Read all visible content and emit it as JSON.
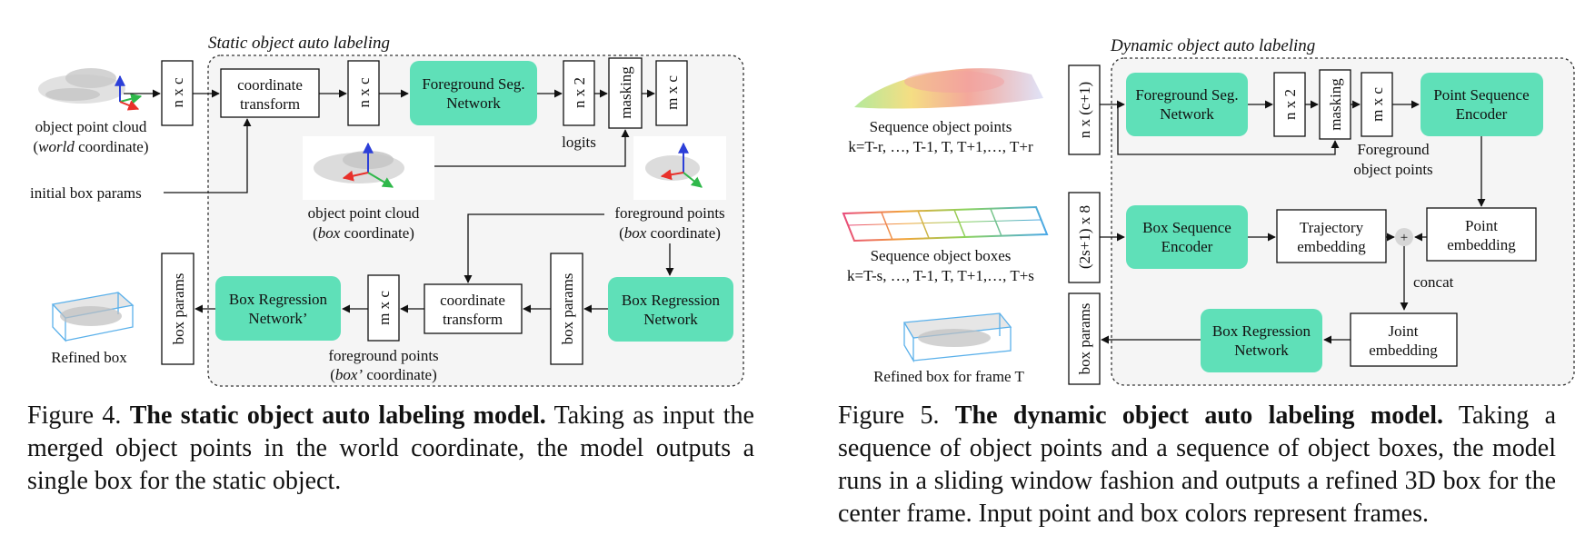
{
  "fig4": {
    "region_title": "Static object auto labeling",
    "input_label_1": "object point cloud",
    "input_label_2_italic": "world",
    "input_label_2_rest": " coordinate)",
    "initial_box_params": "initial box params",
    "nxc_1": "n x c",
    "coordinate_transform_1_line1": "coordinate",
    "coordinate_transform_1_line2": "transform",
    "nxc_2": "n x c",
    "fg_seg_line1": "Foreground Seg.",
    "fg_seg_line2": "Network",
    "nx2": "n x 2",
    "logits": "logits",
    "masking": "masking",
    "mxc_1": "m x c",
    "box_pc_line1": "object point cloud",
    "box_pc_line2_italic": "box",
    "box_pc_line2_rest": " coordinate)",
    "fg_points_line1": "foreground points",
    "fg_points_line2_italic": "box",
    "fg_points_line2_rest": " coordinate)",
    "box_reg_line1": "Box Regression",
    "box_reg_line2": "Network",
    "box_params_1": "box params",
    "coordinate_transform_2_line1": "coordinate",
    "coordinate_transform_2_line2": "transform",
    "mxc_2": "m x c",
    "box_reg2_line1": "Box Regression",
    "box_reg2_line2": "Network’",
    "fg_points2_line1": "foreground points",
    "fg_points2_line2_italic": "box’",
    "fg_points2_line2_rest": " coordinate)",
    "box_params_2": "box params",
    "refined_box": "Refined box",
    "caption_prefix": "Figure 4. ",
    "caption_bold": "The static object auto labeling model.",
    "caption_rest": " Taking as input the merged object points in the world coordinate, the model outputs a single box for the static object."
  },
  "fig5": {
    "region_title": "Dynamic object auto labeling",
    "seq_points_line1": "Sequence object points",
    "seq_points_line2": "k=T-r, …, T-1, T, T+1,…, T+r",
    "nxc1": "n x (c+1)",
    "fg_seg_line1": "Foreground Seg.",
    "fg_seg_line2": "Network",
    "nx2": "n x 2",
    "masking": "masking",
    "mxc": "m x c",
    "pse_line1": "Point Sequence",
    "pse_line2": "Encoder",
    "fg_obj_line1": "Foreground",
    "fg_obj_line2": "object points",
    "seq_boxes_line1": "Sequence object boxes",
    "seq_boxes_line2": "k=T-s, …, T-1, T, T+1,…, T+s",
    "s2x8": "(2s+1) x 8",
    "bse_line1": "Box Sequence",
    "bse_line2": "Encoder",
    "traj_line1": "Trajectory",
    "traj_line2": "embedding",
    "plus": "+",
    "pe_line1": "Point",
    "pe_line2": "embedding",
    "concat": "concat",
    "box_params": "box params",
    "br_line1": "Box Regression",
    "br_line2": "Network",
    "je_line1": "Joint",
    "je_line2": "embedding",
    "refined": "Refined box for frame T",
    "caption_prefix": "Figure 5. ",
    "caption_bold": "The dynamic object auto labeling model.",
    "caption_rest": " Taking a sequence of object points and a sequence of object boxes, the model runs in a sliding window fashion and outputs a refined 3D box for the center frame. Input point and box colors represent frames."
  },
  "colors": {
    "network_fill": "#5fe0b8",
    "region_bg": "#f5f5f5",
    "axis_red": "#e8302a",
    "axis_green": "#2fb84a",
    "axis_blue": "#2c3fd8",
    "box_blue": "#5ab0ea"
  }
}
